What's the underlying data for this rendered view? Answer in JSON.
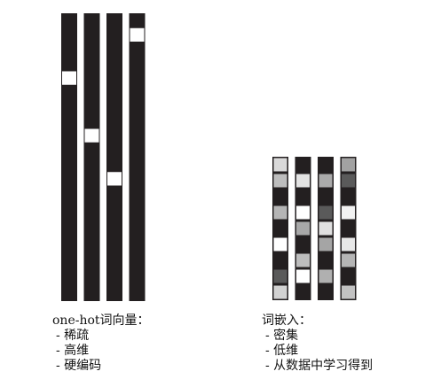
{
  "onehot": {
    "title": "one-hot词向量：",
    "items": [
      "- 稀疏",
      "- 高维",
      "- 硬编码"
    ],
    "bar_color": "#231f20",
    "hot_color": "#ffffff",
    "vectors": [
      {
        "length": 20,
        "hot_index": 4
      },
      {
        "length": 20,
        "hot_index": 8
      },
      {
        "length": 20,
        "hot_index": 11
      },
      {
        "length": 20,
        "hot_index": 1
      }
    ]
  },
  "embedding": {
    "title": "词嵌入：",
    "items": [
      "- 密集",
      "- 低维",
      "- 从数据中学习得到"
    ],
    "border_color": "#231f20",
    "columns": [
      [
        "#d9d9d9",
        "#bdbdbd",
        "#231f20",
        "#b5b5b5",
        "#231f20",
        "#ffffff",
        "#231f20",
        "#5a5a5a",
        "#d2d2d2"
      ],
      [
        "#231f20",
        "#e3e3e3",
        "#231f20",
        "#ffffff",
        "#a8a8a8",
        "#231f20",
        "#bdbdbd",
        "#ffffff",
        "#231f20"
      ],
      [
        "#231f20",
        "#ababab",
        "#231f20",
        "#5a5a5a",
        "#e0e0e0",
        "#a5a5a5",
        "#231f20",
        "#b0b0b0",
        "#231f20"
      ],
      [
        "#a2a2a2",
        "#5a5a5a",
        "#231f20",
        "#f2f2f2",
        "#231f20",
        "#e8e8e8",
        "#b5b5b5",
        "#231f20",
        "#c2c2c2"
      ]
    ]
  }
}
